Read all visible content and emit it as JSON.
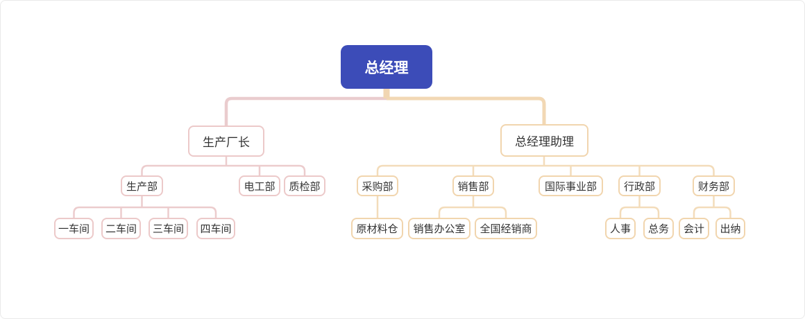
{
  "diagram": {
    "type": "org-chart",
    "colors": {
      "root_fill": "#3c4cb8",
      "root_text": "#ffffff",
      "left_branch": "#ecc9c9",
      "right_branch": "#f1d5ae",
      "node_fill": "#ffffff",
      "node_text": "#333333",
      "canvas_border": "#e9e9e9"
    }
  },
  "tree": {
    "label": "总经理",
    "children": [
      {
        "label": "生产厂长",
        "children": [
          {
            "label": "生产部",
            "children": [
              {
                "label": "一车间"
              },
              {
                "label": "二车间"
              },
              {
                "label": "三车间"
              },
              {
                "label": "四车间"
              }
            ]
          },
          {
            "label": "电工部"
          },
          {
            "label": "质检部"
          }
        ]
      },
      {
        "label": "总经理助理",
        "children": [
          {
            "label": "采购部",
            "children": [
              {
                "label": "原材料仓"
              }
            ]
          },
          {
            "label": "销售部",
            "children": [
              {
                "label": "销售办公室"
              },
              {
                "label": "全国经销商"
              }
            ]
          },
          {
            "label": "国际事业部"
          },
          {
            "label": "行政部",
            "children": [
              {
                "label": "人事"
              },
              {
                "label": "总务"
              }
            ]
          },
          {
            "label": "财务部",
            "children": [
              {
                "label": "会计"
              },
              {
                "label": "出纳"
              }
            ]
          }
        ]
      }
    ]
  }
}
